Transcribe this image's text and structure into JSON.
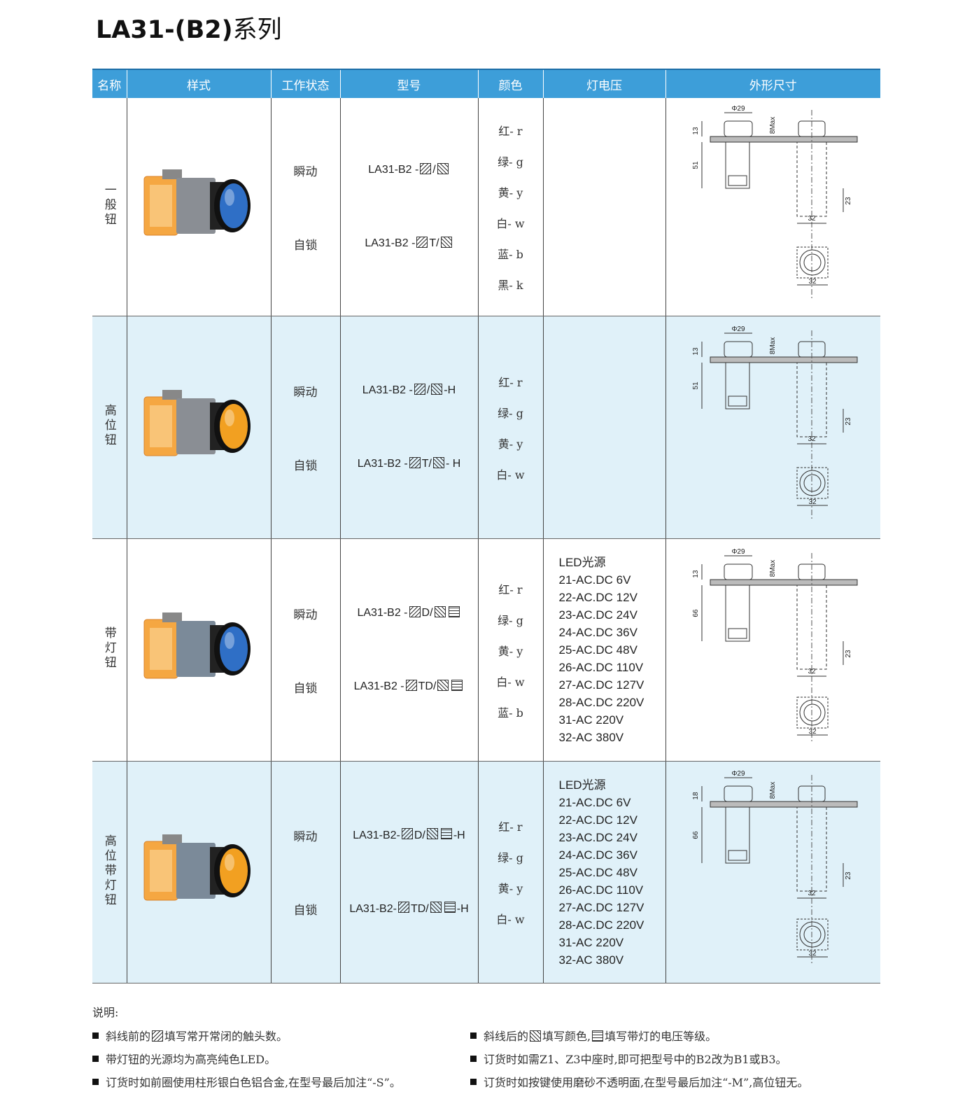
{
  "title": {
    "code": "LA31-(B2)",
    "suffix": "系列"
  },
  "headers": [
    "名称",
    "样式",
    "工作状态",
    "型号",
    "颜色",
    "灯电压",
    "外形尺寸"
  ],
  "rows": [
    {
      "name": "一般钮",
      "button_color": "#2f6fc6",
      "states": [
        "瞬动",
        "自锁"
      ],
      "models": [
        {
          "prefix": "LA31-B2 -",
          "mid": "/",
          "suffix": ""
        },
        {
          "prefix": "LA31-B2 -",
          "mid": "T/",
          "suffix": ""
        }
      ],
      "colors": [
        "红- r",
        "绿- g",
        "黄- y",
        "白- w",
        "蓝- b",
        "黑- k"
      ],
      "voltages": [],
      "dims": {
        "phi": "Φ29",
        "top": "13",
        "max": "8Max",
        "height": "51",
        "side": "23",
        "w1": "32",
        "w2": "32"
      }
    },
    {
      "name": "高位钮",
      "button_color": "#f2a021",
      "states": [
        "瞬动",
        "自锁"
      ],
      "models": [
        {
          "prefix": "LA31-B2 -",
          "mid": "/",
          "suffix": "-H"
        },
        {
          "prefix": "LA31-B2 -",
          "mid": "T/",
          "suffix": "- H"
        }
      ],
      "colors": [
        "红- r",
        "绿- g",
        "黄- y",
        "白- w"
      ],
      "voltages": [],
      "dims": {
        "phi": "Φ29",
        "top": "13",
        "max": "8Max",
        "height": "51",
        "side": "23",
        "w1": "32",
        "w2": "32"
      }
    },
    {
      "name": "带灯钮",
      "button_color": "#2f6fc6",
      "states": [
        "瞬动",
        "自锁"
      ],
      "models": [
        {
          "prefix": "LA31-B2 -",
          "mid": "D/",
          "suffix": ""
        },
        {
          "prefix": "LA31-B2 -",
          "mid": "TD/",
          "suffix": ""
        }
      ],
      "colors": [
        "红- r",
        "绿- g",
        "黄- y",
        "白- w",
        "蓝- b"
      ],
      "voltages": [
        "LED光源",
        "21-AC.DC 6V",
        "22-AC.DC 12V",
        "23-AC.DC 24V",
        "24-AC.DC 36V",
        "25-AC.DC 48V",
        "26-AC.DC 110V",
        "27-AC.DC 127V",
        "28-AC.DC 220V",
        "31-AC 220V",
        "32-AC 380V"
      ],
      "dims": {
        "phi": "Φ29",
        "top": "13",
        "max": "8Max",
        "height": "66",
        "side": "23",
        "w1": "32",
        "w2": "32"
      }
    },
    {
      "name": "高位带灯钮",
      "button_color": "#f2a021",
      "states": [
        "瞬动",
        "自锁"
      ],
      "models": [
        {
          "prefix": "LA31-B2-",
          "mid": "D/",
          "suffix": "-H"
        },
        {
          "prefix": "LA31-B2-",
          "mid": "TD/",
          "suffix": "-H"
        }
      ],
      "colors": [
        "红- r",
        "绿- g",
        "黄- y",
        "白- w"
      ],
      "voltages": [
        "LED光源",
        "21-AC.DC 6V",
        "22-AC.DC 12V",
        "23-AC.DC 24V",
        "24-AC.DC 36V",
        "25-AC.DC 48V",
        "26-AC.DC 110V",
        "27-AC.DC 127V",
        "28-AC.DC 220V",
        "31-AC 220V",
        "32-AC 380V"
      ],
      "dims": {
        "phi": "Φ29",
        "top": "18",
        "max": "8Max",
        "height": "66",
        "side": "23",
        "w1": "32",
        "w2": "32"
      }
    }
  ],
  "notes": {
    "heading": "说明:",
    "items": [
      {
        "pre": "斜线前的",
        "post": "填写常开常闭的触头数。"
      },
      {
        "pre": "斜线后的",
        "post": "填写颜色,",
        "post2": "填写带灯的电压等级。"
      },
      {
        "pre": "带灯钮的光源均为高亮纯色LED。",
        "post": ""
      },
      {
        "pre": "订货时如需Z1、Z3中座时,即可把型号中的B2改为B1或B3。",
        "post": ""
      },
      {
        "pre": "订货时如前圈使用柱形银白色铝合金,在型号最后加注“-S”。",
        "post": ""
      },
      {
        "pre": "订货时如按键使用磨砂不透明面,在型号最后加注“-M”,高位钮无。",
        "post": ""
      }
    ]
  }
}
